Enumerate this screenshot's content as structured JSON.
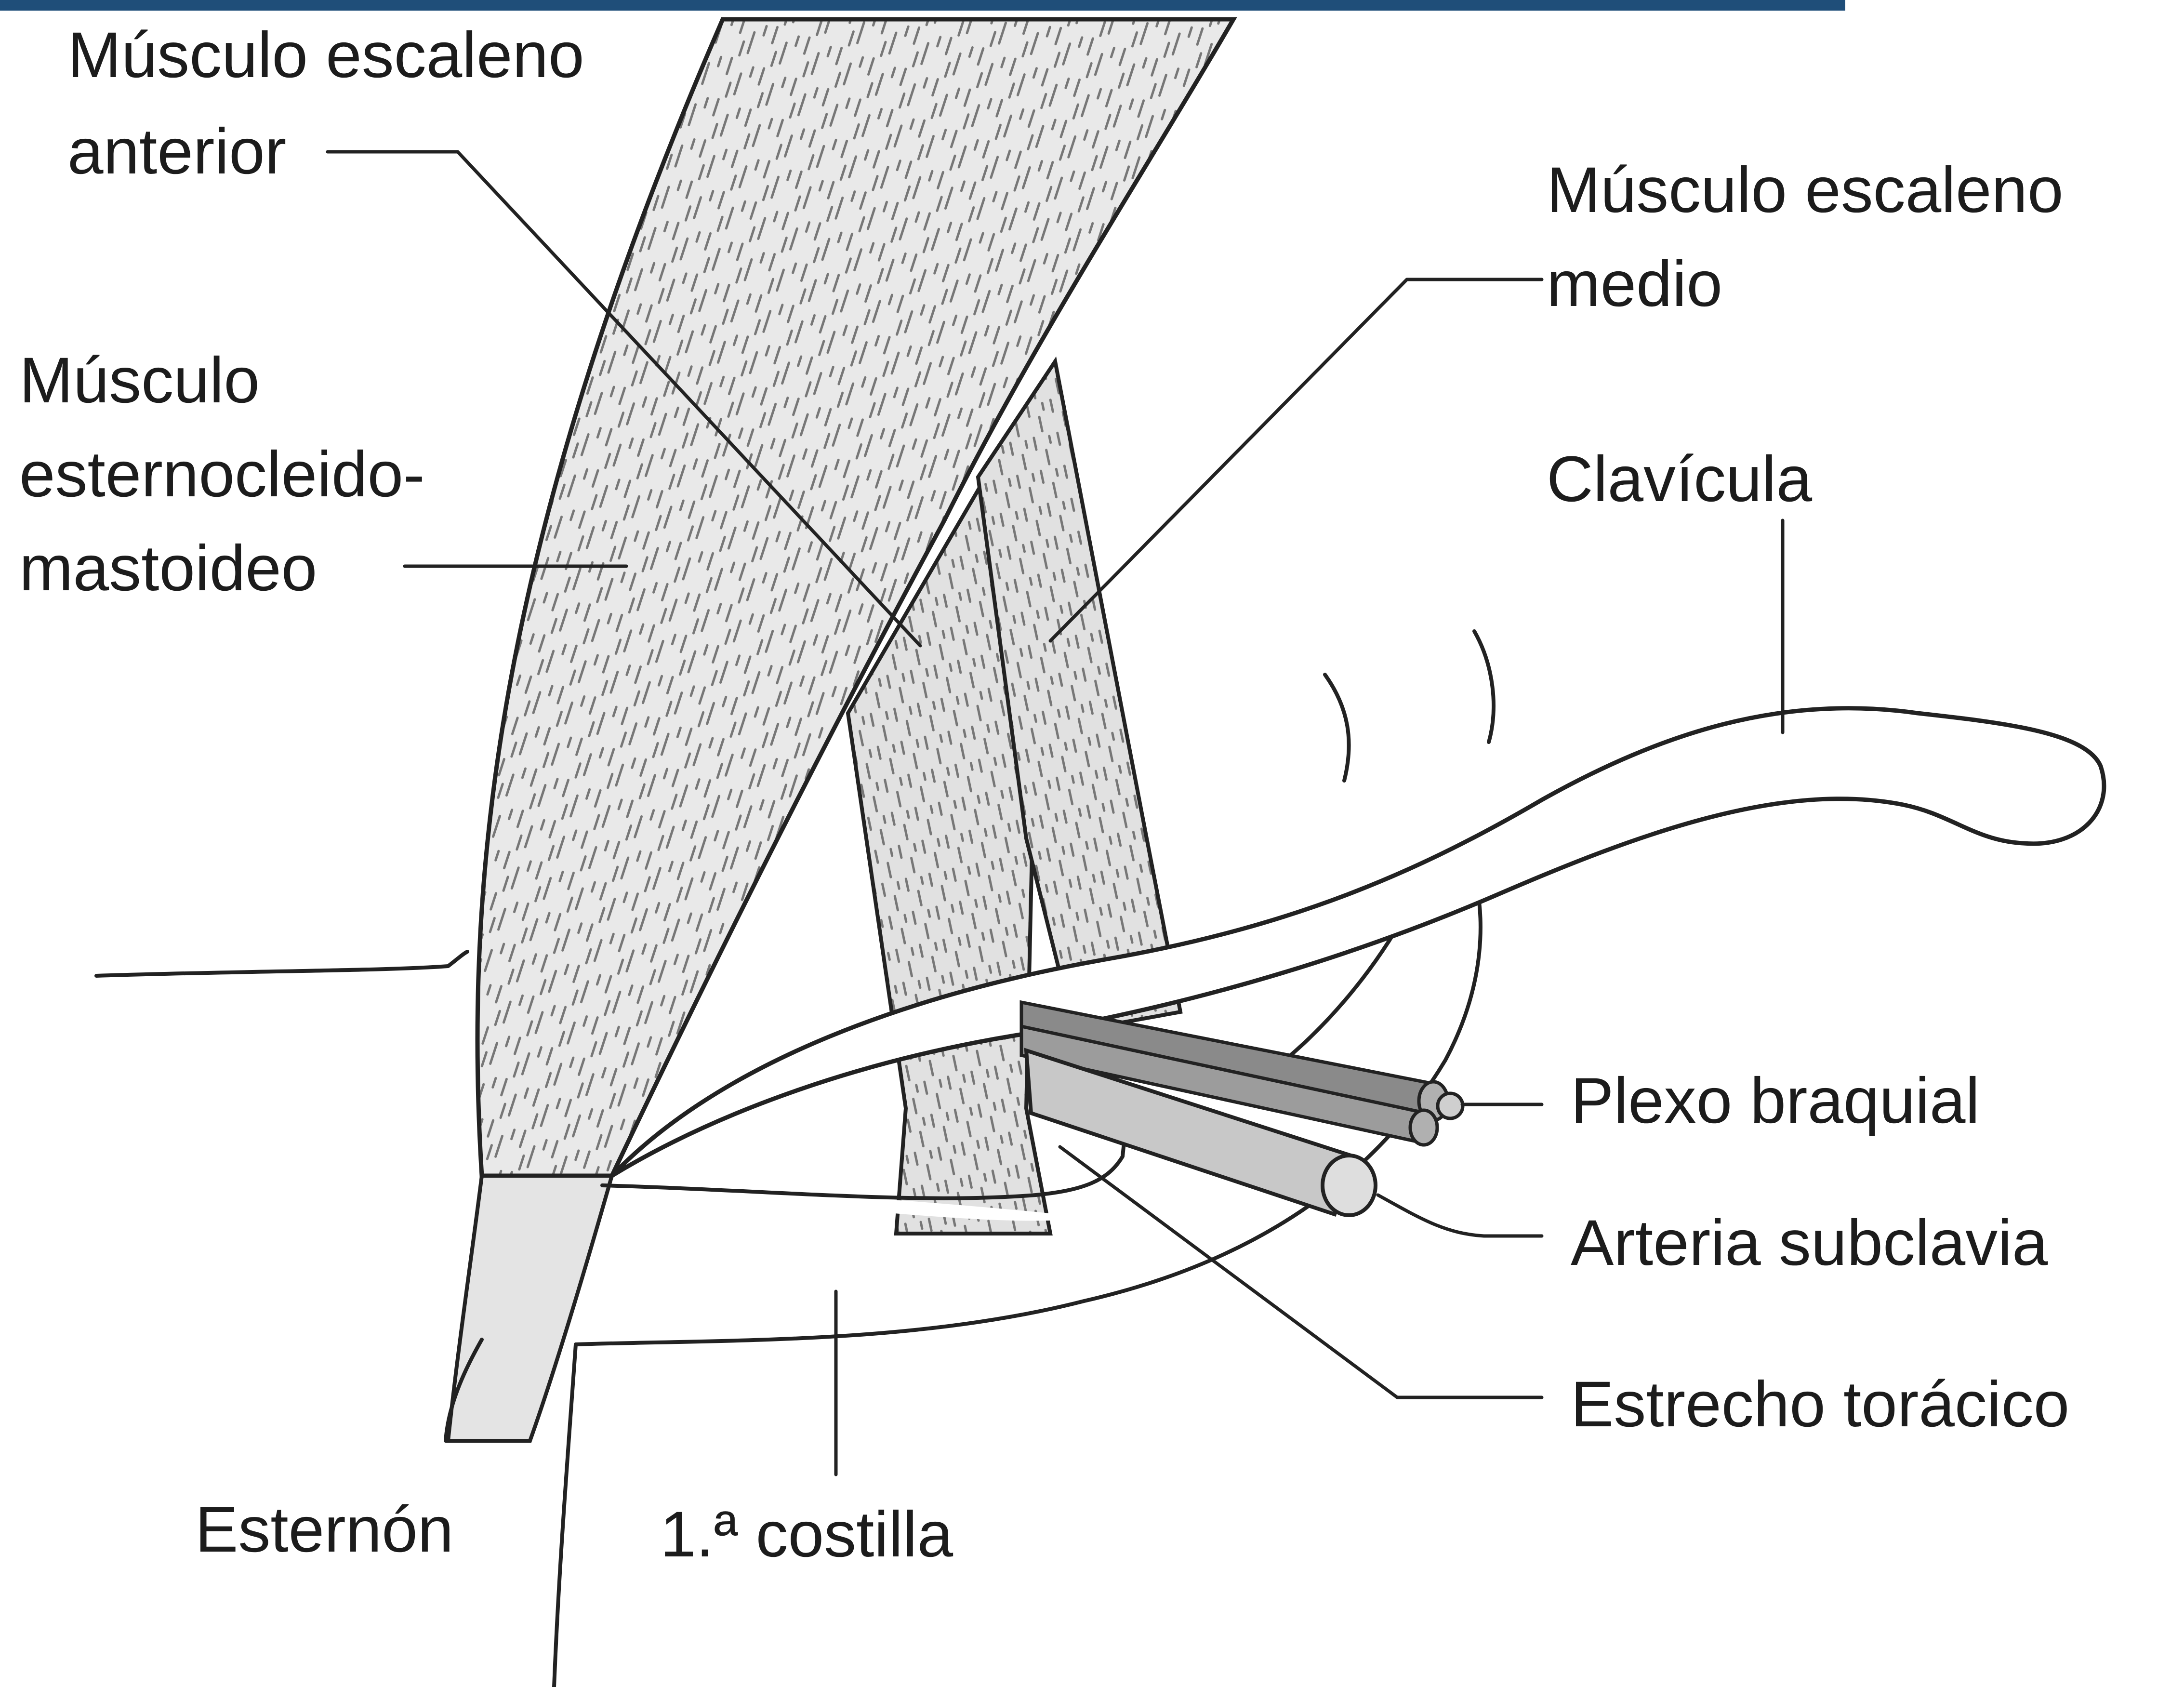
{
  "labels": {
    "scalene_anterior_l1": "Músculo escaleno",
    "scalene_anterior_l2": "anterior",
    "scalene_middle_l1": "Músculo escaleno",
    "scalene_middle_l2": "medio",
    "scm_l1": "Músculo",
    "scm_l2": "esternocleido-",
    "scm_l3": "mastoideo",
    "clavicle": "Clavícula",
    "brachial_plexus": "Plexo braquial",
    "subclavian_artery": "Arteria subclavia",
    "thoracic_outlet": "Estrecho torácico",
    "sternum": "Esternón",
    "first_rib": "1.ª costilla"
  },
  "colors": {
    "line": "#222222",
    "muscle_fill": "#e8e8e8",
    "nerve_fill": "#8a8a8a",
    "artery_fill": "#c8c8c8",
    "header_band": "#1f4e79"
  }
}
